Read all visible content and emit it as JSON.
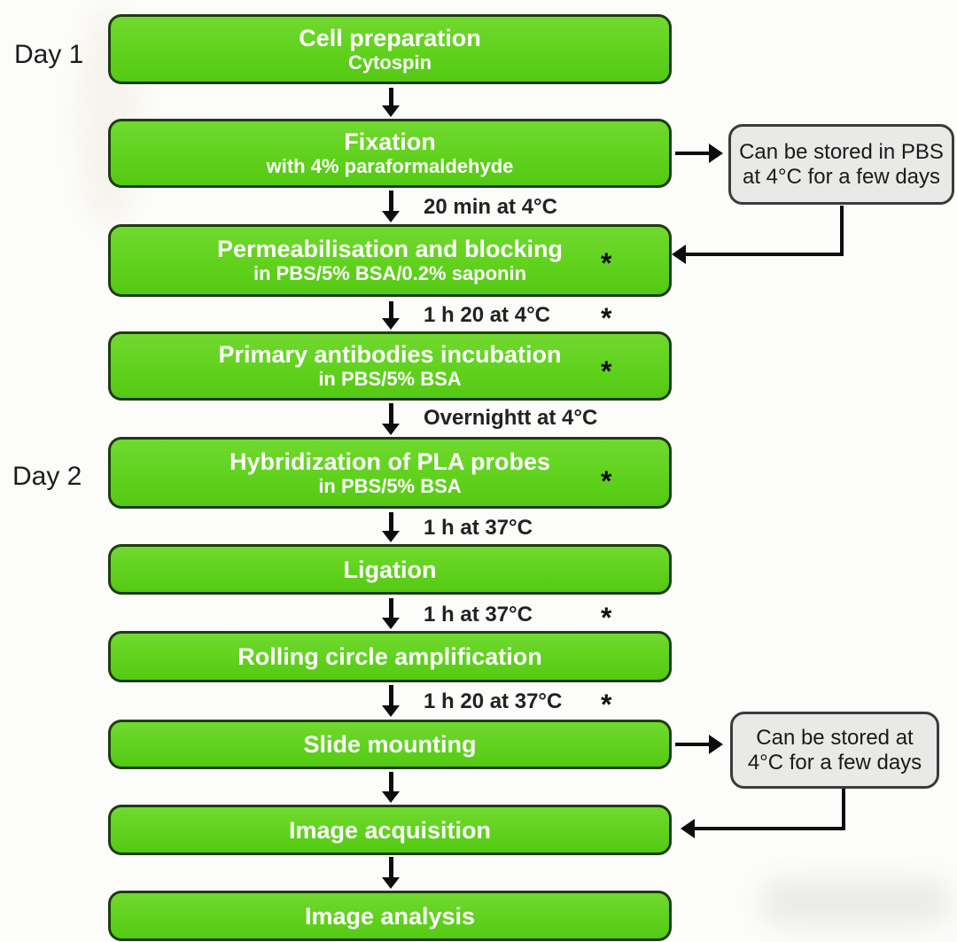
{
  "days": [
    {
      "label": "Day 1"
    },
    {
      "label": "Day 2"
    }
  ],
  "steps": [
    {
      "title": "Cell preparation",
      "subtitle": "Cytospin"
    },
    {
      "title": "Fixation",
      "subtitle": "with 4% paraformaldehyde"
    },
    {
      "title": "Permeabilisation and blocking",
      "subtitle": "in PBS/5% BSA/0.2% saponin",
      "asterisk": true
    },
    {
      "title": "Primary antibodies incubation",
      "subtitle": "in PBS/5% BSA",
      "asterisk": true
    },
    {
      "title": "Hybridization of PLA probes",
      "subtitle": "in PBS/5% BSA",
      "asterisk": true
    },
    {
      "title": "Ligation"
    },
    {
      "title": "Rolling circle amplification"
    },
    {
      "title": "Slide mounting"
    },
    {
      "title": "Image acquisition"
    },
    {
      "title": "Image analysis"
    }
  ],
  "timings": [
    {
      "label": "20 min at 4°C",
      "asterisk": false
    },
    {
      "label": "1 h 20 at 4°C",
      "asterisk": true
    },
    {
      "label": "Overnightt at 4°C",
      "asterisk": false
    },
    {
      "label": "1 h at 37°C",
      "asterisk": false
    },
    {
      "label": "1 h at 37°C",
      "asterisk": true
    },
    {
      "label": "1 h 20 at 37°C",
      "asterisk": true
    }
  ],
  "notes": [
    {
      "line1": "Can be stored in PBS",
      "line2": "at 4°C for a few days"
    },
    {
      "line1": "Can be stored at",
      "line2": "4°C for a few days"
    }
  ],
  "symbols": {
    "asterisk": "*"
  },
  "colors": {
    "box_fill": "#60d21d",
    "box_border": "#1e3c11",
    "note_fill": "#e9e9e7",
    "note_border": "#3b3b3b",
    "arrow": "#0d0d0d",
    "box_text": "#ffffff",
    "label_text": "#222222",
    "background": "#fcfcfa"
  }
}
